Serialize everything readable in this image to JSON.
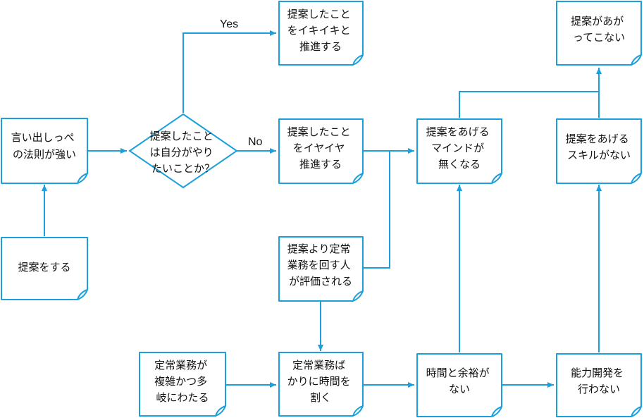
{
  "colors": {
    "stroke": "#1aa0dc",
    "fill": "#ffffff",
    "text": "#111111"
  },
  "nodes": {
    "iidashi": {
      "lines": [
        "言い出しっぺ",
        "の法則が強い"
      ]
    },
    "teian_suru": {
      "lines": [
        "提案をする"
      ]
    },
    "decision": {
      "lines": [
        "提案したこと",
        "は自分がやり",
        "たいことか？"
      ]
    },
    "ikiiki": {
      "lines": [
        "提案したこと",
        "をイキイキと",
        "推進する"
      ]
    },
    "iyaiya": {
      "lines": [
        "提案したこと",
        "をイヤイヤ",
        "推進する"
      ]
    },
    "hyouka": {
      "lines": [
        "提案より定常",
        "業務を回す人",
        "が評価される"
      ]
    },
    "fukuzatsu": {
      "lines": [
        "定常業務が",
        "複雑かつ多",
        "岐にわたる"
      ]
    },
    "jikan_saku": {
      "lines": [
        "定常業務ば",
        "かりに時間を",
        "割く"
      ]
    },
    "mind": {
      "lines": [
        "提案をあげる",
        "マインドが",
        "無くなる"
      ]
    },
    "yoyuu": {
      "lines": [
        "時間と余裕が",
        "ない"
      ]
    },
    "agatte_konai": {
      "lines": [
        "提案があが",
        "ってこない"
      ]
    },
    "skill": {
      "lines": [
        "提案をあげる",
        "スキルがない"
      ]
    },
    "nouryoku": {
      "lines": [
        "能力開発を",
        "行わない"
      ]
    }
  },
  "edge_labels": {
    "yes": "Yes",
    "no": "No"
  }
}
